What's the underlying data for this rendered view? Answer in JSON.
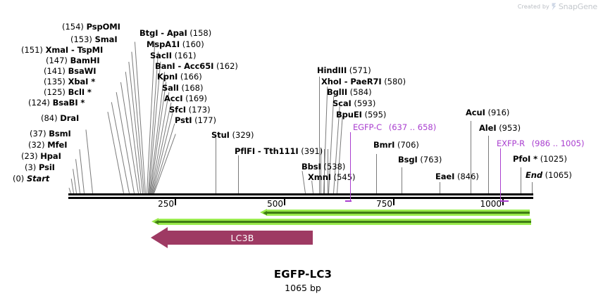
{
  "watermark": {
    "prefix": "Created by",
    "brand": "SnapGene",
    "logo_icon": "snapgene-logo-icon"
  },
  "title": {
    "name": "EGFP-LC3",
    "length": "1065 bp"
  },
  "colors": {
    "backbone": "#000000",
    "enzyme_label": "#000000",
    "feature_purple": "#a93ecf",
    "primer_green": "#99e84a",
    "primer_green_core": "#3f7d14",
    "gene_arrow": "#9e3a63",
    "watermark": "#c3c7cc"
  },
  "ruler": {
    "ticks": [
      {
        "label": "250",
        "pos": 250
      },
      {
        "label": "500",
        "pos": 500
      },
      {
        "label": "750",
        "pos": 750
      },
      {
        "label": "1000",
        "pos": 1000
      }
    ],
    "range_start": 0,
    "range_end": 1065
  },
  "enzymes": [
    {
      "name": "(154)  PspOMI",
      "display_name": "PspOMI",
      "pos": "(154)",
      "order": "pos-first"
    },
    {
      "name": "(153)  SmaI",
      "display_name": "SmaI",
      "pos": "(153)",
      "order": "pos-first"
    },
    {
      "name": "(151)  XmaI - TspMI",
      "display_name": "XmaI - TspMI",
      "pos": "(151)",
      "order": "pos-first"
    },
    {
      "name": "(147)  BamHI",
      "display_name": "BamHI",
      "pos": "(147)",
      "order": "pos-first"
    },
    {
      "name": "(141)  BsaWI",
      "display_name": "BsaWI",
      "pos": "(141)",
      "order": "pos-first"
    },
    {
      "name": "(135)  XbaI *",
      "display_name": "XbaI *",
      "pos": "(135)",
      "order": "pos-first"
    },
    {
      "name": "(125)  BclI *",
      "display_name": "BclI *",
      "pos": "(125)",
      "order": "pos-first"
    },
    {
      "name": "(124)  BsaBI *",
      "display_name": "BsaBI *",
      "pos": "(124)",
      "order": "pos-first"
    },
    {
      "name": "(84)  DraI",
      "display_name": "DraI",
      "pos": "(84)",
      "order": "pos-first"
    },
    {
      "name": "(37)  BsmI",
      "display_name": "BsmI",
      "pos": "(37)",
      "order": "pos-first"
    },
    {
      "name": "(32)  MfeI",
      "display_name": "MfeI",
      "pos": "(32)",
      "order": "pos-first"
    },
    {
      "name": "(23)  HpaI",
      "display_name": "HpaI",
      "pos": "(23)",
      "order": "pos-first"
    },
    {
      "name": "(3)  PsiI",
      "display_name": "PsiI",
      "pos": "(3)",
      "order": "pos-first"
    },
    {
      "name": "(0)  Start",
      "display_name": "Start",
      "pos": "(0)",
      "order": "pos-first"
    },
    {
      "name": "BtgI - ApaI  (158)",
      "display_name": "BtgI - ApaI",
      "pos": "(158)",
      "order": "name-first"
    },
    {
      "name": "MspA1I  (160)",
      "display_name": "MspA1I",
      "pos": "(160)",
      "order": "name-first"
    },
    {
      "name": "SacII  (161)",
      "display_name": "SacII",
      "pos": "(161)",
      "order": "name-first"
    },
    {
      "name": "BanI - Acc65I  (162)",
      "display_name": "BanI - Acc65I",
      "pos": "(162)",
      "order": "name-first"
    },
    {
      "name": "KpnI  (166)",
      "display_name": "KpnI",
      "pos": "(166)",
      "order": "name-first"
    },
    {
      "name": "SalI  (168)",
      "display_name": "SalI",
      "pos": "(168)",
      "order": "name-first"
    },
    {
      "name": "AccI  (169)",
      "display_name": "AccI",
      "pos": "(169)",
      "order": "name-first"
    },
    {
      "name": "SfcI  (173)",
      "display_name": "SfcI",
      "pos": "(173)",
      "order": "name-first"
    },
    {
      "name": "PstI  (177)",
      "display_name": "PstI",
      "pos": "(177)",
      "order": "name-first"
    },
    {
      "name": "StuI  (329)",
      "display_name": "StuI",
      "pos": "(329)",
      "order": "name-first"
    },
    {
      "name": "PflFI - Tth111I  (391)",
      "display_name": "PflFI - Tth111I",
      "pos": "(391)",
      "order": "name-first"
    },
    {
      "name": "BbsI  (538)",
      "display_name": "BbsI",
      "pos": "(538)",
      "order": "name-first"
    },
    {
      "name": "XmnI  (545)",
      "display_name": "XmnI",
      "pos": "(545)",
      "order": "name-first"
    },
    {
      "name": "HindIII  (571)",
      "display_name": "HindIII",
      "pos": "(571)",
      "order": "name-first"
    },
    {
      "name": "XhoI - PaeR7I  (580)",
      "display_name": "XhoI - PaeR7I",
      "pos": "(580)",
      "order": "name-first"
    },
    {
      "name": "BglII  (584)",
      "display_name": "BglII",
      "pos": "(584)",
      "order": "name-first"
    },
    {
      "name": "ScaI  (593)",
      "display_name": "ScaI",
      "pos": "(593)",
      "order": "name-first"
    },
    {
      "name": "BpuEI  (595)",
      "display_name": "BpuEI",
      "pos": "(595)",
      "order": "name-first"
    },
    {
      "name": "BmrI  (706)",
      "display_name": "BmrI",
      "pos": "(706)",
      "order": "name-first"
    },
    {
      "name": "BsgI  (763)",
      "display_name": "BsgI",
      "pos": "(763)",
      "order": "name-first"
    },
    {
      "name": "EaeI  (846)",
      "display_name": "EaeI",
      "pos": "(846)",
      "order": "name-first"
    },
    {
      "name": "AcuI  (916)",
      "display_name": "AcuI",
      "pos": "(916)",
      "order": "name-first"
    },
    {
      "name": "AleI  (953)",
      "display_name": "AleI",
      "pos": "(953)",
      "order": "name-first"
    },
    {
      "name": "PfoI *  (1025)",
      "display_name": "PfoI *",
      "pos": "(1025)",
      "order": "name-first"
    },
    {
      "name": "End  (1065)",
      "display_name": "End",
      "pos": "(1065)",
      "order": "name-first"
    }
  ],
  "labels": {
    "l_pspomi_pos": "(154)",
    "l_pspomi_nm": "PspOMI",
    "l_smai_pos": "(153)",
    "l_smai_nm": "SmaI",
    "l_xmai_pos": "(151)",
    "l_xmai_nm": "XmaI - TspMI",
    "l_bamhi_pos": "(147)",
    "l_bamhi_nm": "BamHI",
    "l_bsawi_pos": "(141)",
    "l_bsawi_nm": "BsaWI",
    "l_xbai_pos": "(135)",
    "l_xbai_nm": "XbaI *",
    "l_bcli_pos": "(125)",
    "l_bcli_nm": "BclI *",
    "l_bsabi_pos": "(124)",
    "l_bsabi_nm": "BsaBI *",
    "l_drai_pos": "(84)",
    "l_drai_nm": "DraI",
    "l_bsmi_pos": "(37)",
    "l_bsmi_nm": "BsmI",
    "l_mfei_pos": "(32)",
    "l_mfei_nm": "MfeI",
    "l_hpai_pos": "(23)",
    "l_hpai_nm": "HpaI",
    "l_psii_pos": "(3)",
    "l_psii_nm": "PsiI",
    "l_start_pos": "(0)",
    "l_start_nm": "Start",
    "l_btgi_nm": "BtgI - ApaI",
    "l_btgi_pos": "(158)",
    "l_mspa1i_nm": "MspA1I",
    "l_mspa1i_pos": "(160)",
    "l_sacii_nm": "SacII",
    "l_sacii_pos": "(161)",
    "l_bani_nm": "BanI - Acc65I",
    "l_bani_pos": "(162)",
    "l_kpni_nm": "KpnI",
    "l_kpni_pos": "(166)",
    "l_sali_nm": "SalI",
    "l_sali_pos": "(168)",
    "l_acci_nm": "AccI",
    "l_acci_pos": "(169)",
    "l_sfci_nm": "SfcI",
    "l_sfci_pos": "(173)",
    "l_psti_nm": "PstI",
    "l_psti_pos": "(177)",
    "l_stui_nm": "StuI",
    "l_stui_pos": "(329)",
    "l_pflfi_nm": "PflFI - Tth111I",
    "l_pflfi_pos": "(391)",
    "l_bbsi_nm": "BbsI",
    "l_bbsi_pos": "(538)",
    "l_xmni_nm": "XmnI",
    "l_xmni_pos": "(545)",
    "l_hindiii_nm": "HindIII",
    "l_hindiii_pos": "(571)",
    "l_xhoi_nm": "XhoI - PaeR7I",
    "l_xhoi_pos": "(580)",
    "l_bglii_nm": "BglII",
    "l_bglii_pos": "(584)",
    "l_scai_nm": "ScaI",
    "l_scai_pos": "(593)",
    "l_bpuei_nm": "BpuEI",
    "l_bpuei_pos": "(595)",
    "l_bmri_nm": "BmrI",
    "l_bmri_pos": "(706)",
    "l_bsgi_nm": "BsgI",
    "l_bsgi_pos": "(763)",
    "l_eaei_nm": "EaeI",
    "l_eaei_pos": "(846)",
    "l_acui_nm": "AcuI",
    "l_acui_pos": "(916)",
    "l_alei_nm": "AleI",
    "l_alei_pos": "(953)",
    "l_pfoi_nm": "PfoI *",
    "l_pfoi_pos": "(1025)",
    "l_end_nm": "End",
    "l_end_pos": "(1065)",
    "l_egfpc_nm": "EGFP-C",
    "l_egfpc_pos": "(637 .. 658)",
    "l_exfpr_nm": "EXFP-R",
    "l_exfpr_pos": "(986 .. 1005)"
  },
  "features": [
    {
      "name": "EGFP-C",
      "range": "(637 .. 658)",
      "type": "primer-binding-site",
      "color": "#a93ecf"
    },
    {
      "name": "EXFP-R",
      "range": "(986 .. 1005)",
      "type": "primer-binding-site",
      "color": "#a93ecf"
    }
  ],
  "gene": {
    "label": "LC3B",
    "direction": "left",
    "color": "#9e3a63"
  },
  "ruler_labels": {
    "t250": "250",
    "t500": "500",
    "t750": "750",
    "t1000": "1000"
  }
}
